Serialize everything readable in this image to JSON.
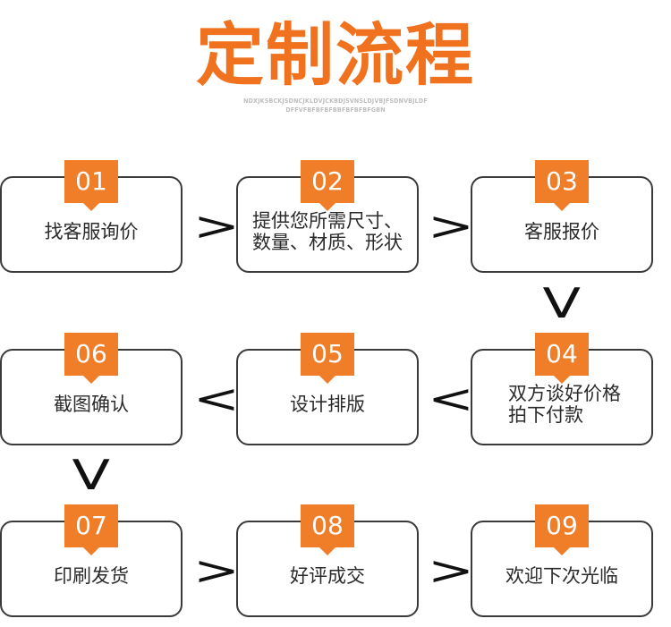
{
  "title": "定制流程",
  "subtitle": {
    "line1": "NDXJKSBCKJSDNCJKLDVJCKBDJSVNSLDJVBJFSDNVBJLDF",
    "line2": "DFFVFBFBFBFBBFBFBFBFGBN"
  },
  "steps": [
    {
      "number": "01",
      "lines": [
        "找客服询价"
      ]
    },
    {
      "number": "02",
      "lines": [
        "提供您所需尺寸、",
        "数量、材质、形状"
      ]
    },
    {
      "number": "03",
      "lines": [
        "客服报价"
      ]
    },
    {
      "number": "04",
      "lines": [
        "双方谈好价格",
        "拍下付款"
      ]
    },
    {
      "number": "05",
      "lines": [
        "设计排版"
      ]
    },
    {
      "number": "06",
      "lines": [
        "截图确认"
      ]
    },
    {
      "number": "07",
      "lines": [
        "印刷发货"
      ]
    },
    {
      "number": "08",
      "lines": [
        "好评成交"
      ]
    },
    {
      "number": "09",
      "lines": [
        "欢迎下次光临"
      ]
    }
  ],
  "arrows": {
    "right": ">",
    "left": "<",
    "down": "V"
  }
}
